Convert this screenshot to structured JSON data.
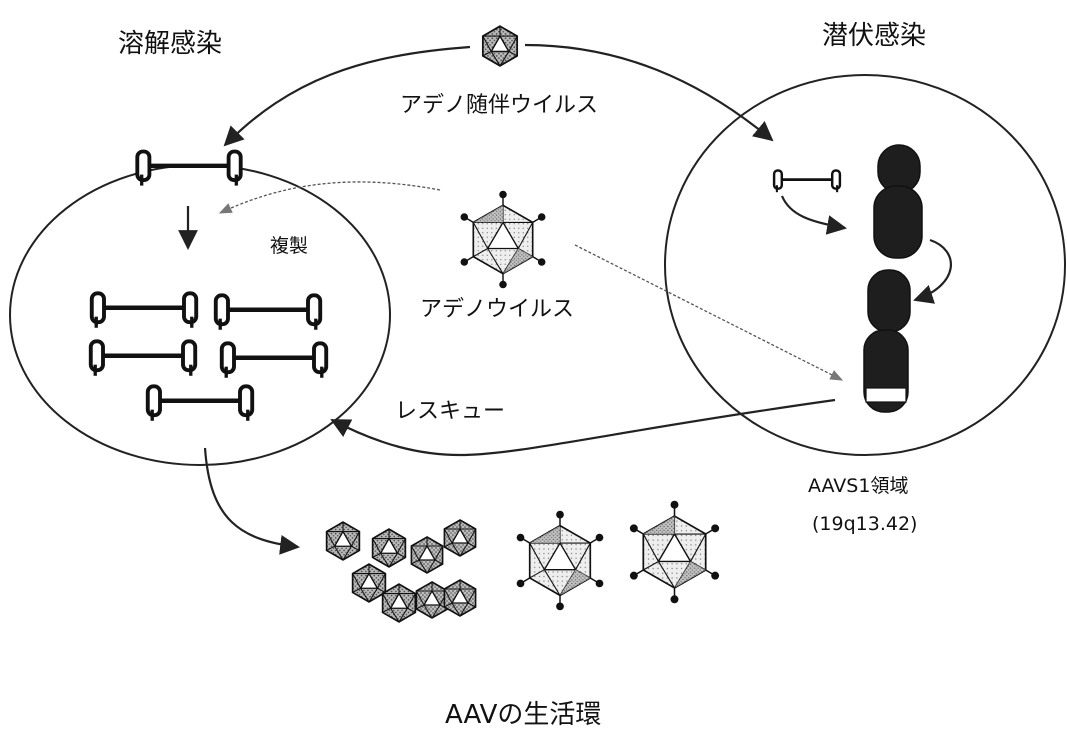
{
  "labels": {
    "lytic": "溶解感染",
    "latent": "潜伏感染",
    "aav": "アデノ随伴ウイルス",
    "adeno": "アデノウイルス",
    "replication": "複製",
    "rescue": "レスキュー",
    "region": "AAVS1領域",
    "locus": "(19q13.42)",
    "title": "AAVの生活環"
  },
  "icons": {
    "aav_particle": "aav-particle-icon",
    "adenovirus_particle": "adenovirus-particle-icon",
    "dna_genome": "aav-genome-icon",
    "chromosome": "chromosome-icon"
  },
  "colors": {
    "ink": "#222222",
    "chromosome": "#1e1e1e",
    "background": "#ffffff"
  }
}
